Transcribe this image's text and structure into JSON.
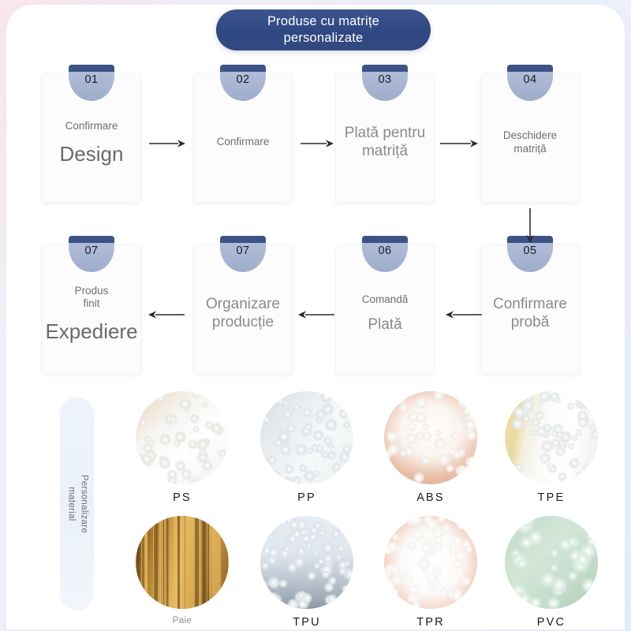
{
  "banner": {
    "title": "Produse cu matrițe personalizate"
  },
  "flow": {
    "row1": [
      {
        "num": "01",
        "primary": "Design",
        "secondary": "Confirmare",
        "primary_size": "xl"
      },
      {
        "num": "02",
        "primary": "",
        "secondary": "Confirmare",
        "primary_size": "none"
      },
      {
        "num": "03",
        "primary": "Plată pentru\nmatriță",
        "secondary": "",
        "primary_size": "lg"
      },
      {
        "num": "04",
        "primary": "",
        "secondary": "Deschidere matriță",
        "primary_size": "none"
      }
    ],
    "row2": [
      {
        "num": "07",
        "primary": "Expediere",
        "secondary": "Produs\nfinit",
        "primary_size": "xl"
      },
      {
        "num": "07",
        "primary": "Organizare\nproducție",
        "secondary": "",
        "primary_size": "lg"
      },
      {
        "num": "06",
        "primary": "Plată",
        "secondary": "Comandă",
        "primary_size": "lg"
      },
      {
        "num": "05",
        "primary": "Confirmare\nprobă",
        "secondary": "",
        "primary_size": "lg"
      }
    ],
    "arrow_names": [
      "arrow-right-01-02",
      "arrow-right-02-03",
      "arrow-right-03-04",
      "arrow-down-04-05",
      "arrow-left-05-06",
      "arrow-left-06-07a",
      "arrow-left-07a-07b"
    ]
  },
  "materials": {
    "side_label": "Personalizare\nmaterial",
    "items": [
      {
        "label": "PS",
        "style": "soft_no",
        "icon": "ps-pellets-icon"
      },
      {
        "label": "PP",
        "style": "soft_no",
        "icon": "pp-pellets-icon"
      },
      {
        "label": "ABS",
        "style": "soft_no",
        "icon": "abs-pellets-hand-icon"
      },
      {
        "label": "TPE",
        "style": "soft_no",
        "icon": "tpe-pellets-icon"
      },
      {
        "label": "Paie",
        "style": "soft_yes",
        "icon": "straw-wheat-icon"
      },
      {
        "label": "TPU",
        "style": "soft_no",
        "icon": "tpu-pellets-icon"
      },
      {
        "label": "TPR",
        "style": "soft_no",
        "icon": "tpr-pellets-hand-icon"
      },
      {
        "label": "PVC",
        "style": "soft_no",
        "icon": "pvc-granules-icon"
      }
    ]
  },
  "colors": {
    "banner_blue": "#33497f",
    "badge_top": "#3d5387",
    "badge_body": "#a8b5d2",
    "card_bg": "#fcfcfd",
    "text_gray": "#8b8b8e",
    "arrow": "#2b2b30"
  }
}
